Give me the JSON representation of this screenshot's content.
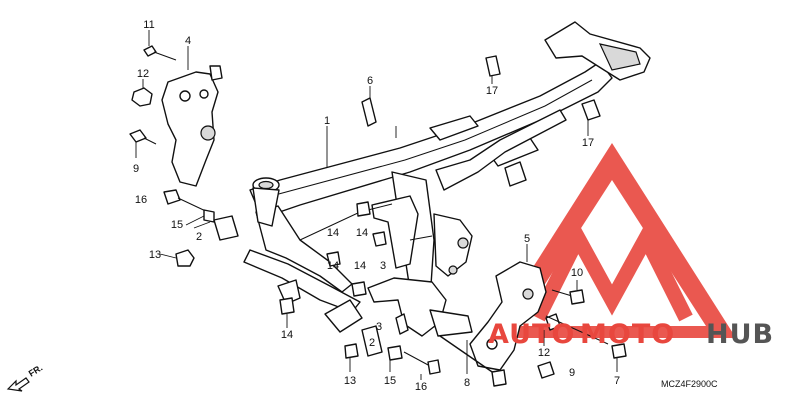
{
  "diagram": {
    "part_callouts": [
      "1",
      "2",
      "3",
      "4",
      "5",
      "6",
      "7",
      "8",
      "9",
      "10",
      "11",
      "12",
      "13",
      "14",
      "15",
      "16",
      "17"
    ],
    "diagram_code": "MCZ4F2900C",
    "direction_label": "FR.",
    "watermark": {
      "brand_auto": "AUTO",
      "brand_moto": "MOTO",
      "brand_hub": "HUB",
      "colors": {
        "primary": "#e8473e",
        "dark": "#555555"
      }
    }
  }
}
